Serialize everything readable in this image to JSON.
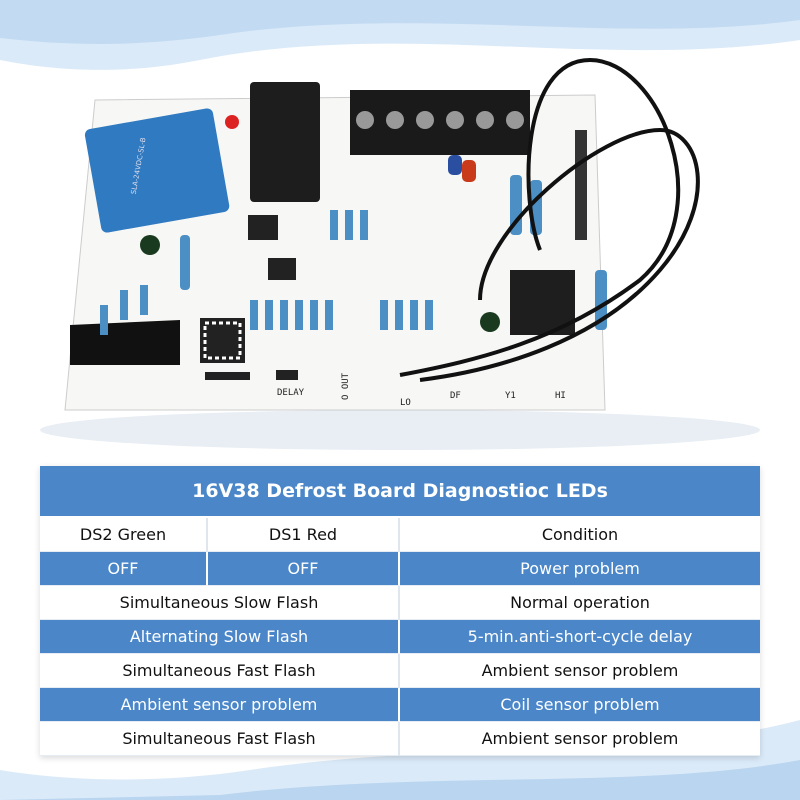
{
  "board": {
    "relay_label": "SLA-24VDC-SL-B",
    "silkscreen": [
      "DELAY",
      "O OUT",
      "LO",
      "DF",
      "Y1",
      "HI"
    ]
  },
  "table": {
    "title": "16V38 Defrost Board Diagnostioc LEDs",
    "headers": [
      "DS2 Green",
      "DS1 Red",
      "Condition"
    ],
    "rows": [
      {
        "ds2": "OFF",
        "ds1": "OFF",
        "condition": "Power problem"
      },
      {
        "combined": "Simultaneous Slow Flash",
        "condition": "Normal operation"
      },
      {
        "combined": "Alternating Slow Flash",
        "condition": "5-min.anti-short-cycle delay"
      },
      {
        "combined": "Simultaneous Fast Flash",
        "condition": "Ambient sensor problem"
      },
      {
        "combined": "Ambient sensor problem",
        "condition": "Coil sensor problem"
      },
      {
        "combined": "Simultaneous Fast Flash",
        "condition": "Ambient sensor problem"
      }
    ]
  },
  "colors": {
    "accent": "#4a86c8",
    "background_wave": "#cfe3f5"
  }
}
